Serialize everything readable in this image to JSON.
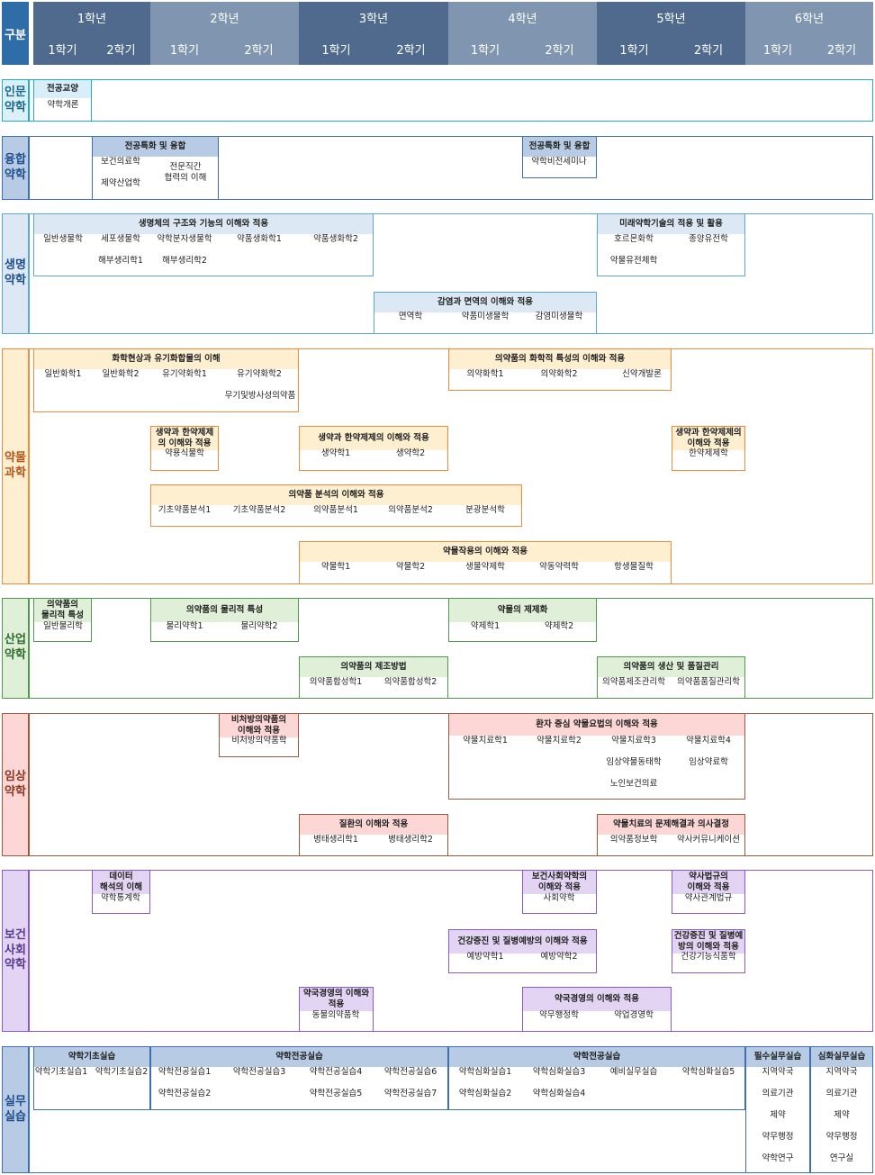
{
  "header": {
    "corner": "구분",
    "years": [
      "1학년",
      "2학년",
      "3학년",
      "4학년",
      "5학년",
      "6학년"
    ],
    "sem1": "1학기",
    "sem2": "2학기"
  },
  "colors": {
    "year_dark": "#4f6a8c",
    "year_light": "#8095b0",
    "corner_bg": "#2e6da8",
    "humanities": "#22a9cf",
    "fusion": "#3e6fb3",
    "life": "#5aa6d6",
    "pharm_sci": "#f08a3c",
    "industrial": "#4d9a4d",
    "clinical": "#9a5a3c",
    "social": "#8a5bc6",
    "practice": "#3e6fb3"
  },
  "rows": [
    {
      "label": "인문\n약학",
      "boxes": [
        {
          "title": "전공교양",
          "items": [
            "약학개론"
          ]
        }
      ]
    },
    {
      "label": "융합\n약학",
      "boxes": [
        {
          "title": "전공특화 및 융합",
          "items": [
            "보건의료학",
            "제약산업학",
            "전문직간\n협력의 이해"
          ]
        },
        {
          "title": "전공특화 및 융합",
          "items": [
            "약학비전세미나"
          ]
        }
      ]
    },
    {
      "label": "생명\n약학",
      "boxes": [
        {
          "title": "생명체의 구조와 기능의 이해와 적용",
          "items": [
            "일반생물학",
            "세포생물학",
            "약학분자생물학",
            "약품생화학1",
            "약품생화학2",
            "해부생리학1",
            "해부생리학2"
          ]
        },
        {
          "title": "미래약학기술의 적용 및 활용",
          "items": [
            "호르몬화학",
            "종양유전학",
            "약물유전체학"
          ]
        },
        {
          "title": "감염과 면역의 이해와 적용",
          "items": [
            "면역학",
            "약품미생물학",
            "감염미생물학"
          ]
        }
      ]
    },
    {
      "label": "약물\n과학",
      "boxes": [
        {
          "title": "화학현상과 유기화합물의 이해",
          "items": [
            "일반화학1",
            "일반화학2",
            "유기약화학1",
            "유기약화학2",
            "무기및방사성의약품"
          ]
        },
        {
          "title": "의약품의 화학적 특성의 이해와 적용",
          "items": [
            "의약화학1",
            "의약화학2",
            "신약개발론"
          ]
        },
        {
          "title": "생약과 한약제제\n의 이해와 적용",
          "items": [
            "약용식물학"
          ]
        },
        {
          "title": "생약과 한약제제의 이해와 적용",
          "items": [
            "생약학1",
            "생약학2"
          ]
        },
        {
          "title": "생약과 한약제제의\n이해와 적용",
          "items": [
            "한약제제학"
          ]
        },
        {
          "title": "의약품 분석의 이해와 적용",
          "items": [
            "기초약품분석1",
            "기초약품분석2",
            "의약품분석1",
            "의약품분석2",
            "분광분석학"
          ]
        },
        {
          "title": "약물작용의 이해와 적용",
          "items": [
            "약물학1",
            "약물학2",
            "생물약제학",
            "약동약력학",
            "항생물질학"
          ]
        }
      ]
    },
    {
      "label": "산업\n약학",
      "boxes": [
        {
          "title": "의약품의\n물리적 특성",
          "items": [
            "일반물리학"
          ]
        },
        {
          "title": "의약품의 물리적 특성",
          "items": [
            "물리약학1",
            "물리약학2"
          ]
        },
        {
          "title": "약물의 제제화",
          "items": [
            "약제학1",
            "약제학2"
          ]
        },
        {
          "title": "의약품의 제조방법",
          "items": [
            "의약품합성학1",
            "의약품합성학2"
          ]
        },
        {
          "title": "의약품의 생산 및 품질관리",
          "items": [
            "의약품제조관리학",
            "의약품품질관리학"
          ]
        }
      ]
    },
    {
      "label": "임상\n약학",
      "boxes": [
        {
          "title": "비처방의약품의\n이해와 적용",
          "items": [
            "비처방의약품학"
          ]
        },
        {
          "title": "환자 중심 약물요법의 이해와 적용",
          "items": [
            "약물치료학1",
            "약물치료학2",
            "약물치료학3",
            "약물치료학4",
            "임상약물동태학",
            "임상약료학",
            "노인보건의료"
          ]
        },
        {
          "title": "질환의 이해와 적용",
          "items": [
            "병태생리학1",
            "병태생리학2"
          ]
        },
        {
          "title": "약물치료의 문제해결과 의사결정",
          "items": [
            "의약품정보학",
            "약사커뮤니케이션"
          ]
        }
      ]
    },
    {
      "label": "보건\n사회\n약학",
      "boxes": [
        {
          "title": "데이터\n해석의 이해",
          "items": [
            "약학통계학"
          ]
        },
        {
          "title": "보건사회약학의\n이해와 적용",
          "items": [
            "사회약학"
          ]
        },
        {
          "title": "약사법규의\n이해와 적용",
          "items": [
            "약사관계법규"
          ]
        },
        {
          "title": "건강증진 및 질병예방의 이해와 적용",
          "items": [
            "예방약학1",
            "예방약학2"
          ]
        },
        {
          "title": "건강증진 및 질병예\n방의 이해와 적용",
          "items": [
            "건강기능식품학"
          ]
        },
        {
          "title": "약국경영의 이해와\n적용",
          "items": [
            "동물의약품학"
          ]
        },
        {
          "title": "약국경영의 이해와 적용",
          "items": [
            "약무행정학",
            "약업경영학"
          ]
        }
      ]
    },
    {
      "label": "실무\n실습",
      "boxes": [
        {
          "title": "약학기초실습",
          "items": [
            "약학기초실습1",
            "약학기초실습2"
          ]
        },
        {
          "title": "약학전공실습",
          "items": [
            "약학전공실습1",
            "약학전공실습3",
            "약학전공실습4",
            "약학전공실습6",
            "약학전공실습2",
            "약학전공실습5",
            "약학전공실습7"
          ]
        },
        {
          "title": "약학전공실습",
          "items": [
            "약학심화실습1",
            "약학심화실습3",
            "예비실무실습",
            "약학심화실습5",
            "약학심화실습2",
            "약학심화실습4"
          ]
        },
        {
          "title": "필수실무실습",
          "items": [
            "지역약국",
            "의료기관",
            "제약",
            "약무행정",
            "약학연구"
          ]
        },
        {
          "title": "심화실무실습",
          "items": [
            "지역약국",
            "의료기관",
            "제약",
            "약무행정",
            "연구실"
          ]
        }
      ]
    }
  ]
}
